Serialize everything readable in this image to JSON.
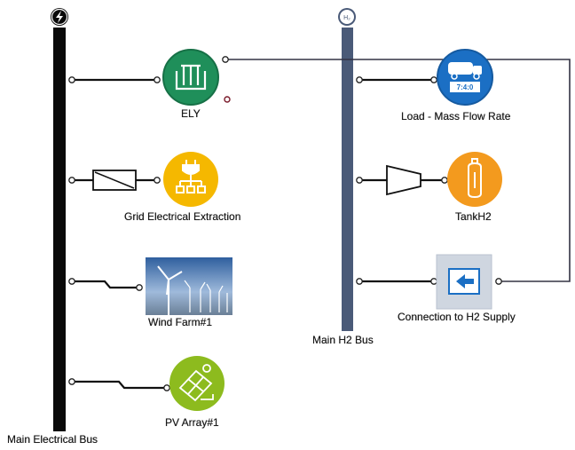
{
  "buses": {
    "electrical": {
      "label": "Main Electrical Bus",
      "icon": "lightning-icon",
      "color": "#0a0a0a"
    },
    "h2": {
      "label": "Main H2 Bus",
      "icon": "h2-icon",
      "color": "#4a5a78"
    }
  },
  "components": {
    "ely": {
      "label": "ELY",
      "icon": "electrolyzer-icon",
      "color": "#1f8f5a"
    },
    "grid": {
      "label": "Grid Electrical Extraction",
      "icon": "power-plug-icon",
      "color": "#f5b800"
    },
    "wind": {
      "label": "Wind Farm#1",
      "icon": "wind-turbine-icon"
    },
    "pv": {
      "label": "PV Array#1",
      "icon": "solar-panel-icon",
      "color": "#8dbb1e"
    },
    "load": {
      "label": "Load - Mass Flow Rate",
      "icon": "truck-icon",
      "color": "#1b6fc4"
    },
    "tank": {
      "label": "TankH2",
      "icon": "hydrogen-tank-icon",
      "color": "#f39a1e"
    },
    "supply": {
      "label": "Connection to H2 Supply",
      "icon": "arrow-left-icon",
      "color": "#cfd6e0"
    }
  }
}
